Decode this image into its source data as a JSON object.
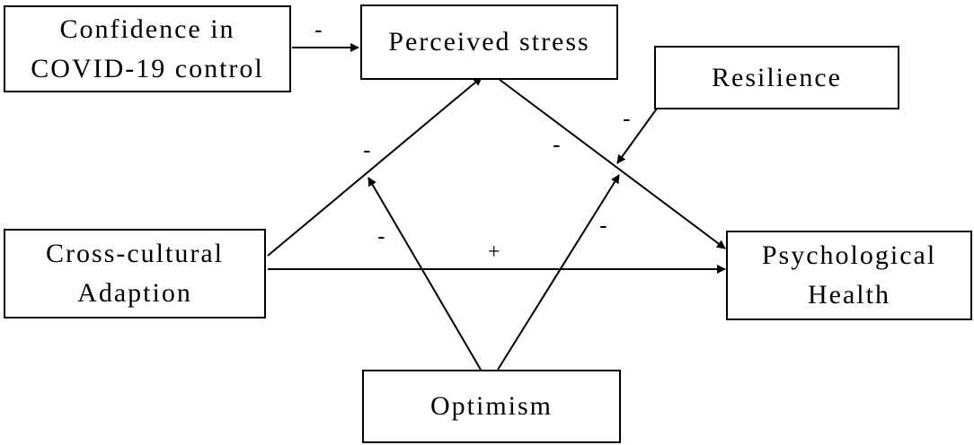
{
  "nodes": {
    "confidence": {
      "line1": "Confidence in",
      "line2": "COVID-19 control"
    },
    "stress": {
      "label": "Perceived stress"
    },
    "resilience": {
      "label": "Resilience"
    },
    "adaption": {
      "line1": "Cross-cultural",
      "line2": "Adaption"
    },
    "health": {
      "line1": "Psychological",
      "line2": "Health"
    },
    "optimism": {
      "label": "Optimism"
    }
  },
  "signs": {
    "confidence_to_stress": "-",
    "adaption_to_stress": "-",
    "stress_to_health": "-",
    "resilience_moderation": "-",
    "optimism_moderation_left": "-",
    "optimism_moderation_right": "-",
    "adaption_to_health": "+"
  },
  "colors": {
    "line": "#000000",
    "background": "#ffffff"
  }
}
